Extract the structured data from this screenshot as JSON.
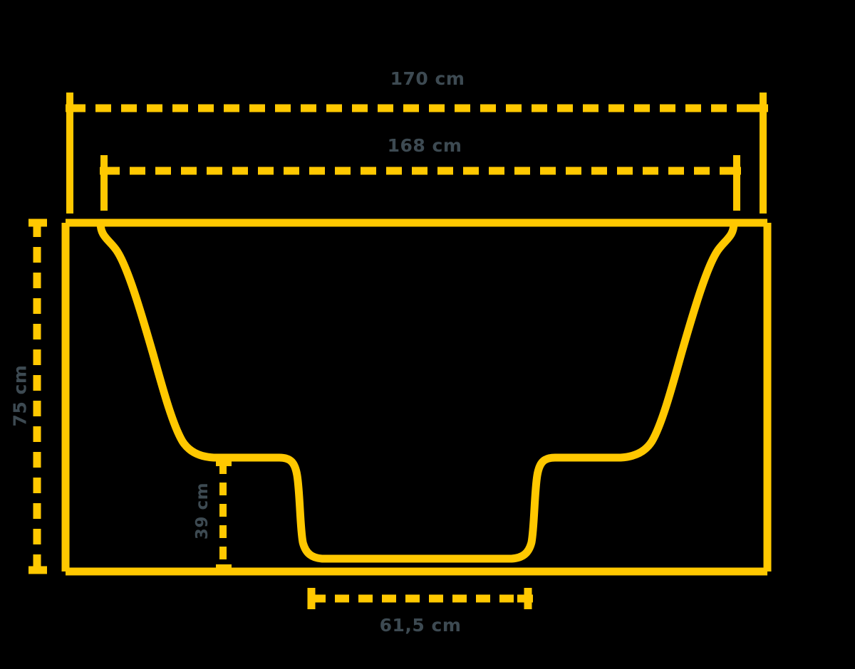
{
  "drawing": {
    "title": "Bathtub cross-section technical dimension drawing",
    "colors": {
      "outline": "#FFC800",
      "background": "#000000",
      "label_text": "#3d4a52"
    }
  },
  "dimensions": {
    "outer_width": {
      "label": "170 cm",
      "value": 170,
      "unit": "cm"
    },
    "inner_width": {
      "label": "168 cm",
      "value": 168,
      "unit": "cm"
    },
    "height": {
      "label": "75 cm",
      "value": 75,
      "unit": "cm"
    },
    "inner_depth": {
      "label": "39 cm",
      "value": 39,
      "unit": "cm"
    },
    "bottom_width": {
      "label": "61,5 cm",
      "value": 61.5,
      "unit": "cm"
    }
  },
  "icons": {
    "dimension_line": "dimension-line-icon",
    "tick": "dimension-tick-icon"
  }
}
